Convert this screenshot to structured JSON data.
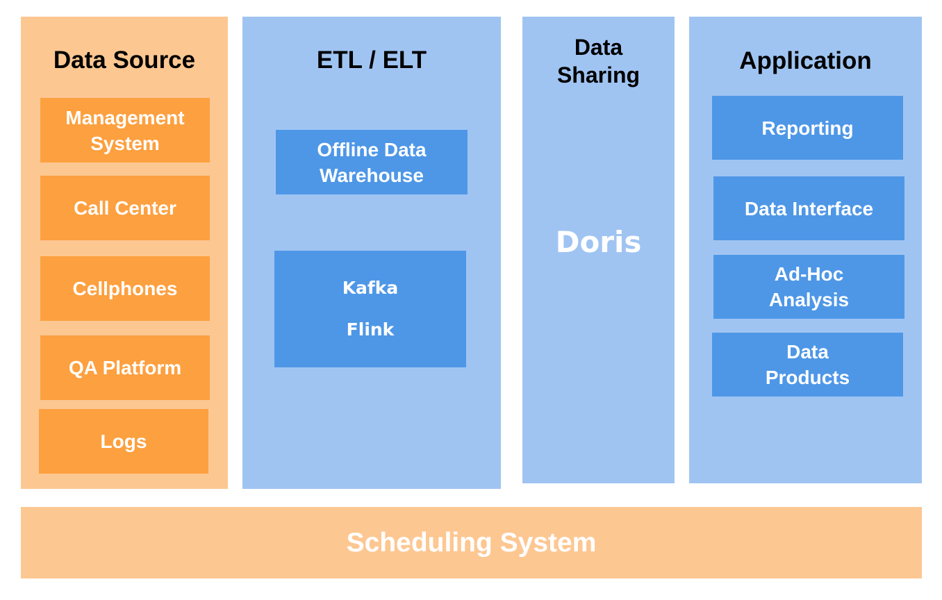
{
  "data_source": {
    "title": "Data Source",
    "items": [
      "Management System",
      "Call Center",
      "Cellphones",
      "QA Platform",
      "Logs"
    ]
  },
  "etl": {
    "title": "ETL / ELT",
    "offline_warehouse": "Offline Data Warehouse",
    "kafka": "Kafka",
    "flink": "Flink"
  },
  "data_sharing": {
    "title": "Data Sharing",
    "engine": "Doris"
  },
  "application": {
    "title": "Application",
    "items": [
      "Reporting",
      "Data Interface",
      "Ad-Hoc Analysis",
      "Data Products"
    ]
  },
  "footer": {
    "scheduling": "Scheduling System"
  },
  "colors": {
    "orange_light": "#fdc792",
    "orange": "#fda03f",
    "blue_light": "#a0c4f2",
    "blue": "#4e97e7"
  }
}
